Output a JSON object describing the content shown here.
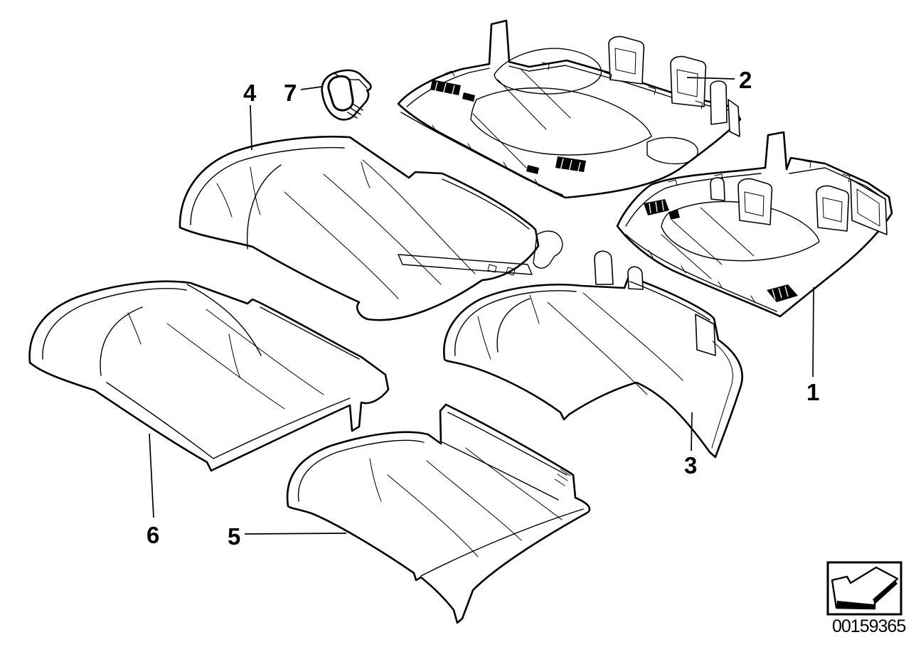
{
  "figure": {
    "background_color": "#ffffff",
    "line_color": "#000000",
    "doc_number": "00159365",
    "stamp": {
      "icon": "direction-of-travel-arrow-icon"
    },
    "callouts": [
      {
        "label": "1"
      },
      {
        "label": "2"
      },
      {
        "label": "3"
      },
      {
        "label": "4"
      },
      {
        "label": "5"
      },
      {
        "label": "6"
      },
      {
        "label": "7"
      }
    ]
  }
}
